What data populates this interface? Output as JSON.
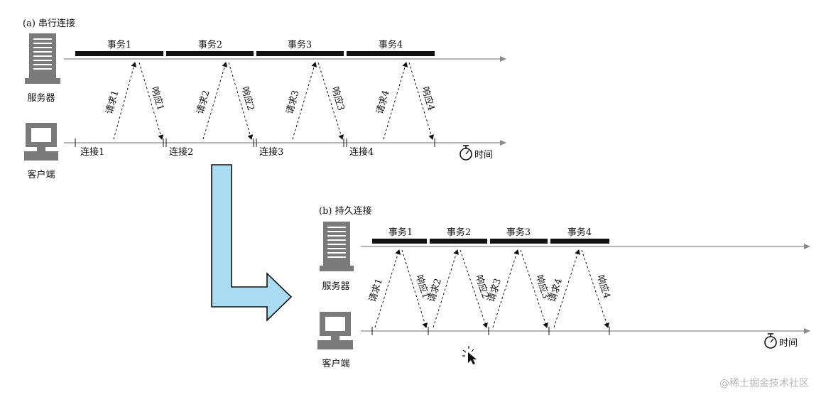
{
  "serial": {
    "title": "(a) 串行连接",
    "server_label": "服务器",
    "client_label": "客户端",
    "transactions": [
      "事务1",
      "事务2",
      "事务3",
      "事务4"
    ],
    "requests": [
      "请求1",
      "请求2",
      "请求3",
      "请求4"
    ],
    "responses": [
      "响应1",
      "响应2",
      "响应3",
      "响应4"
    ],
    "connections": [
      "连接1",
      "连接2",
      "连接3",
      "连接4"
    ],
    "time_label": "时间"
  },
  "persistent": {
    "title": "(b) 持久连接",
    "server_label": "服务器",
    "client_label": "客户端",
    "transactions": [
      "事务1",
      "事务2",
      "事务3",
      "事务4"
    ],
    "requests": [
      "请求1",
      "请求2",
      "请求3",
      "请求4"
    ],
    "responses": [
      "响应1",
      "响应2",
      "响应3",
      "响应4"
    ],
    "time_label": "时间"
  },
  "watermark": "@稀土掘金技术社区",
  "colors": {
    "arrow_fill": "#a9dcf2",
    "bar": "#111111",
    "timeline": "#8a8a8a",
    "icon": "#7a7a7a"
  },
  "icons": [
    "server-icon",
    "client-computer-icon",
    "stopwatch-icon",
    "cursor-icon"
  ]
}
